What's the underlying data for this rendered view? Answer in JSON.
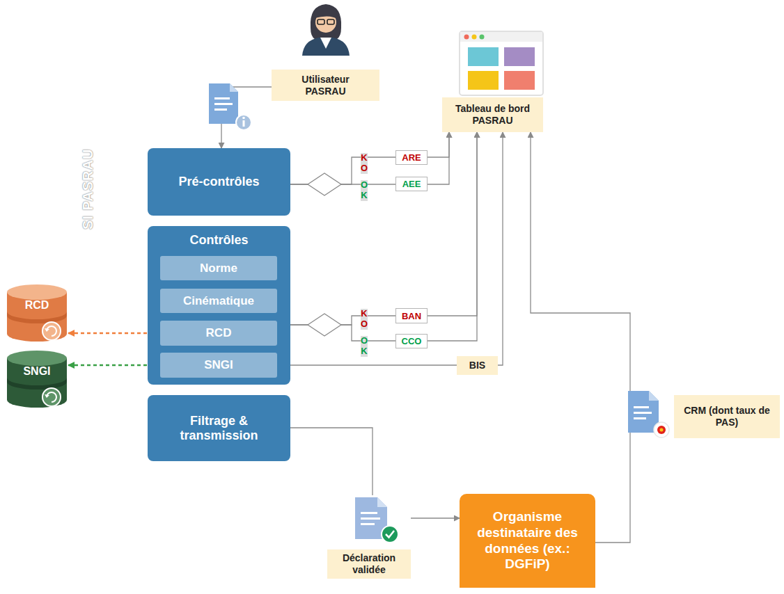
{
  "diagram": {
    "nodes": [
      {
        "text": [
          "Utilisateur PASRAU"
        ]
      },
      {
        "text": [
          "Tableau de bord PASRAU"
        ]
      },
      {
        "text": [
          "SI PASRAU"
        ]
      },
      {
        "text": [
          "Pré-contrôles"
        ],
        "in": 2
      },
      {
        "text": [
          "ARE"
        ]
      },
      {
        "text": [
          "AEE"
        ]
      },
      {
        "text": [
          "Contrôles"
        ],
        "in": 2
      },
      {
        "text": [
          "Norme"
        ],
        "in": 6
      },
      {
        "text": [
          "Cinématique"
        ],
        "in": 6
      },
      {
        "text": [
          "RCD"
        ],
        "in": 6
      },
      {
        "text": [
          "SNGI"
        ],
        "in": 6
      },
      {
        "text": [
          "BAN"
        ]
      },
      {
        "text": [
          "CCO"
        ]
      },
      {
        "text": [
          "BIS"
        ]
      },
      {
        "text": [
          "Filtrage & transmission"
        ],
        "in": 2
      },
      {
        "text": [
          "RCD"
        ]
      },
      {
        "text": [
          "SNGI"
        ]
      },
      {
        "text": [
          "Déclaration validée"
        ]
      },
      {
        "text": [
          "Organisme destinataire des données (ex.: DGFiP)"
        ]
      },
      {
        "text": [
          "CRM (dont taux de PAS)"
        ]
      }
    ],
    "edges": [
      {
        "from": 0,
        "to": 3,
        "arrow": "to"
      },
      {
        "from": 3,
        "to": 4,
        "label": "KO",
        "arrow": "none"
      },
      {
        "from": 3,
        "to": 5,
        "label": "OK",
        "arrow": "none"
      },
      {
        "from": 4,
        "to": 1,
        "arrow": "to"
      },
      {
        "from": 5,
        "to": 1,
        "arrow": "to"
      },
      {
        "from": 6,
        "to": 11,
        "label": "KO",
        "arrow": "none"
      },
      {
        "from": 6,
        "to": 12,
        "label": "OK",
        "arrow": "none"
      },
      {
        "from": 11,
        "to": 1,
        "arrow": "to"
      },
      {
        "from": 12,
        "to": 1,
        "arrow": "to"
      },
      {
        "from": 10,
        "to": 13,
        "arrow": "none"
      },
      {
        "from": 13,
        "to": 1,
        "arrow": "to"
      },
      {
        "from": 15,
        "to": 9,
        "arrow": "both"
      },
      {
        "from": 16,
        "to": 10,
        "arrow": "both"
      },
      {
        "from": 14,
        "to": 17,
        "arrow": "none"
      },
      {
        "from": 17,
        "to": 18,
        "arrow": "to"
      },
      {
        "from": 18,
        "to": 1,
        "arrow": "to"
      }
    ]
  }
}
